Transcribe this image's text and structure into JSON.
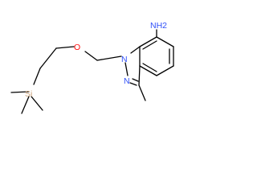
{
  "molecule": {
    "atoms": {
      "nh2": "NH2",
      "n1": "N",
      "n2": "N",
      "o": "O",
      "si": "Si"
    },
    "colors": {
      "bond": "#000000",
      "nitrogen": "#3050F8",
      "oxygen": "#FF0D0D",
      "silicon": "#C8A078",
      "carbon": "#000000"
    }
  }
}
